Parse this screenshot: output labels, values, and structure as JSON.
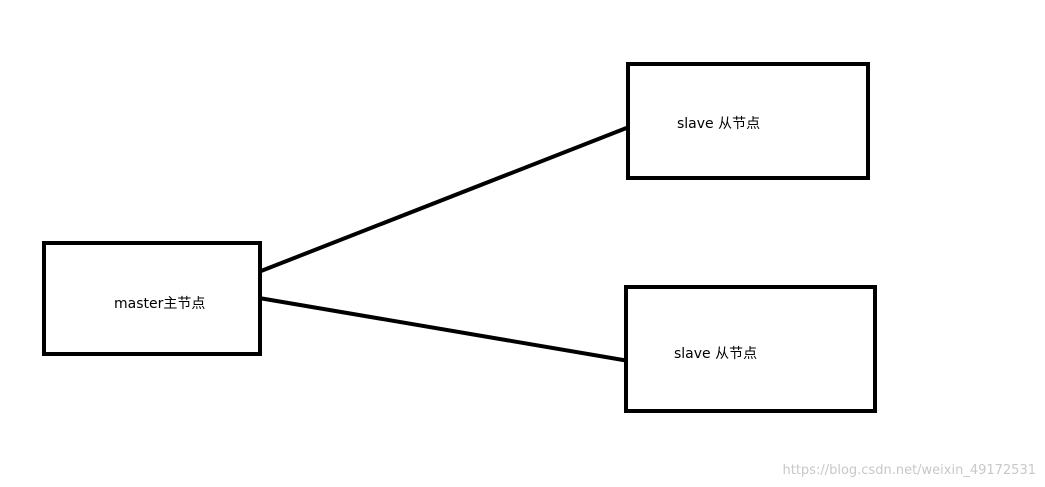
{
  "nodes": {
    "master": {
      "label": "master主节点"
    },
    "slave_top": {
      "label": "slave 从节点"
    },
    "slave_bottom": {
      "label": "slave 从节点"
    }
  },
  "watermark": "https://blog.csdn.net/weixin_49172531",
  "colors": {
    "stroke": "#000000",
    "background": "#ffffff",
    "watermark": "#c8c8c8"
  }
}
